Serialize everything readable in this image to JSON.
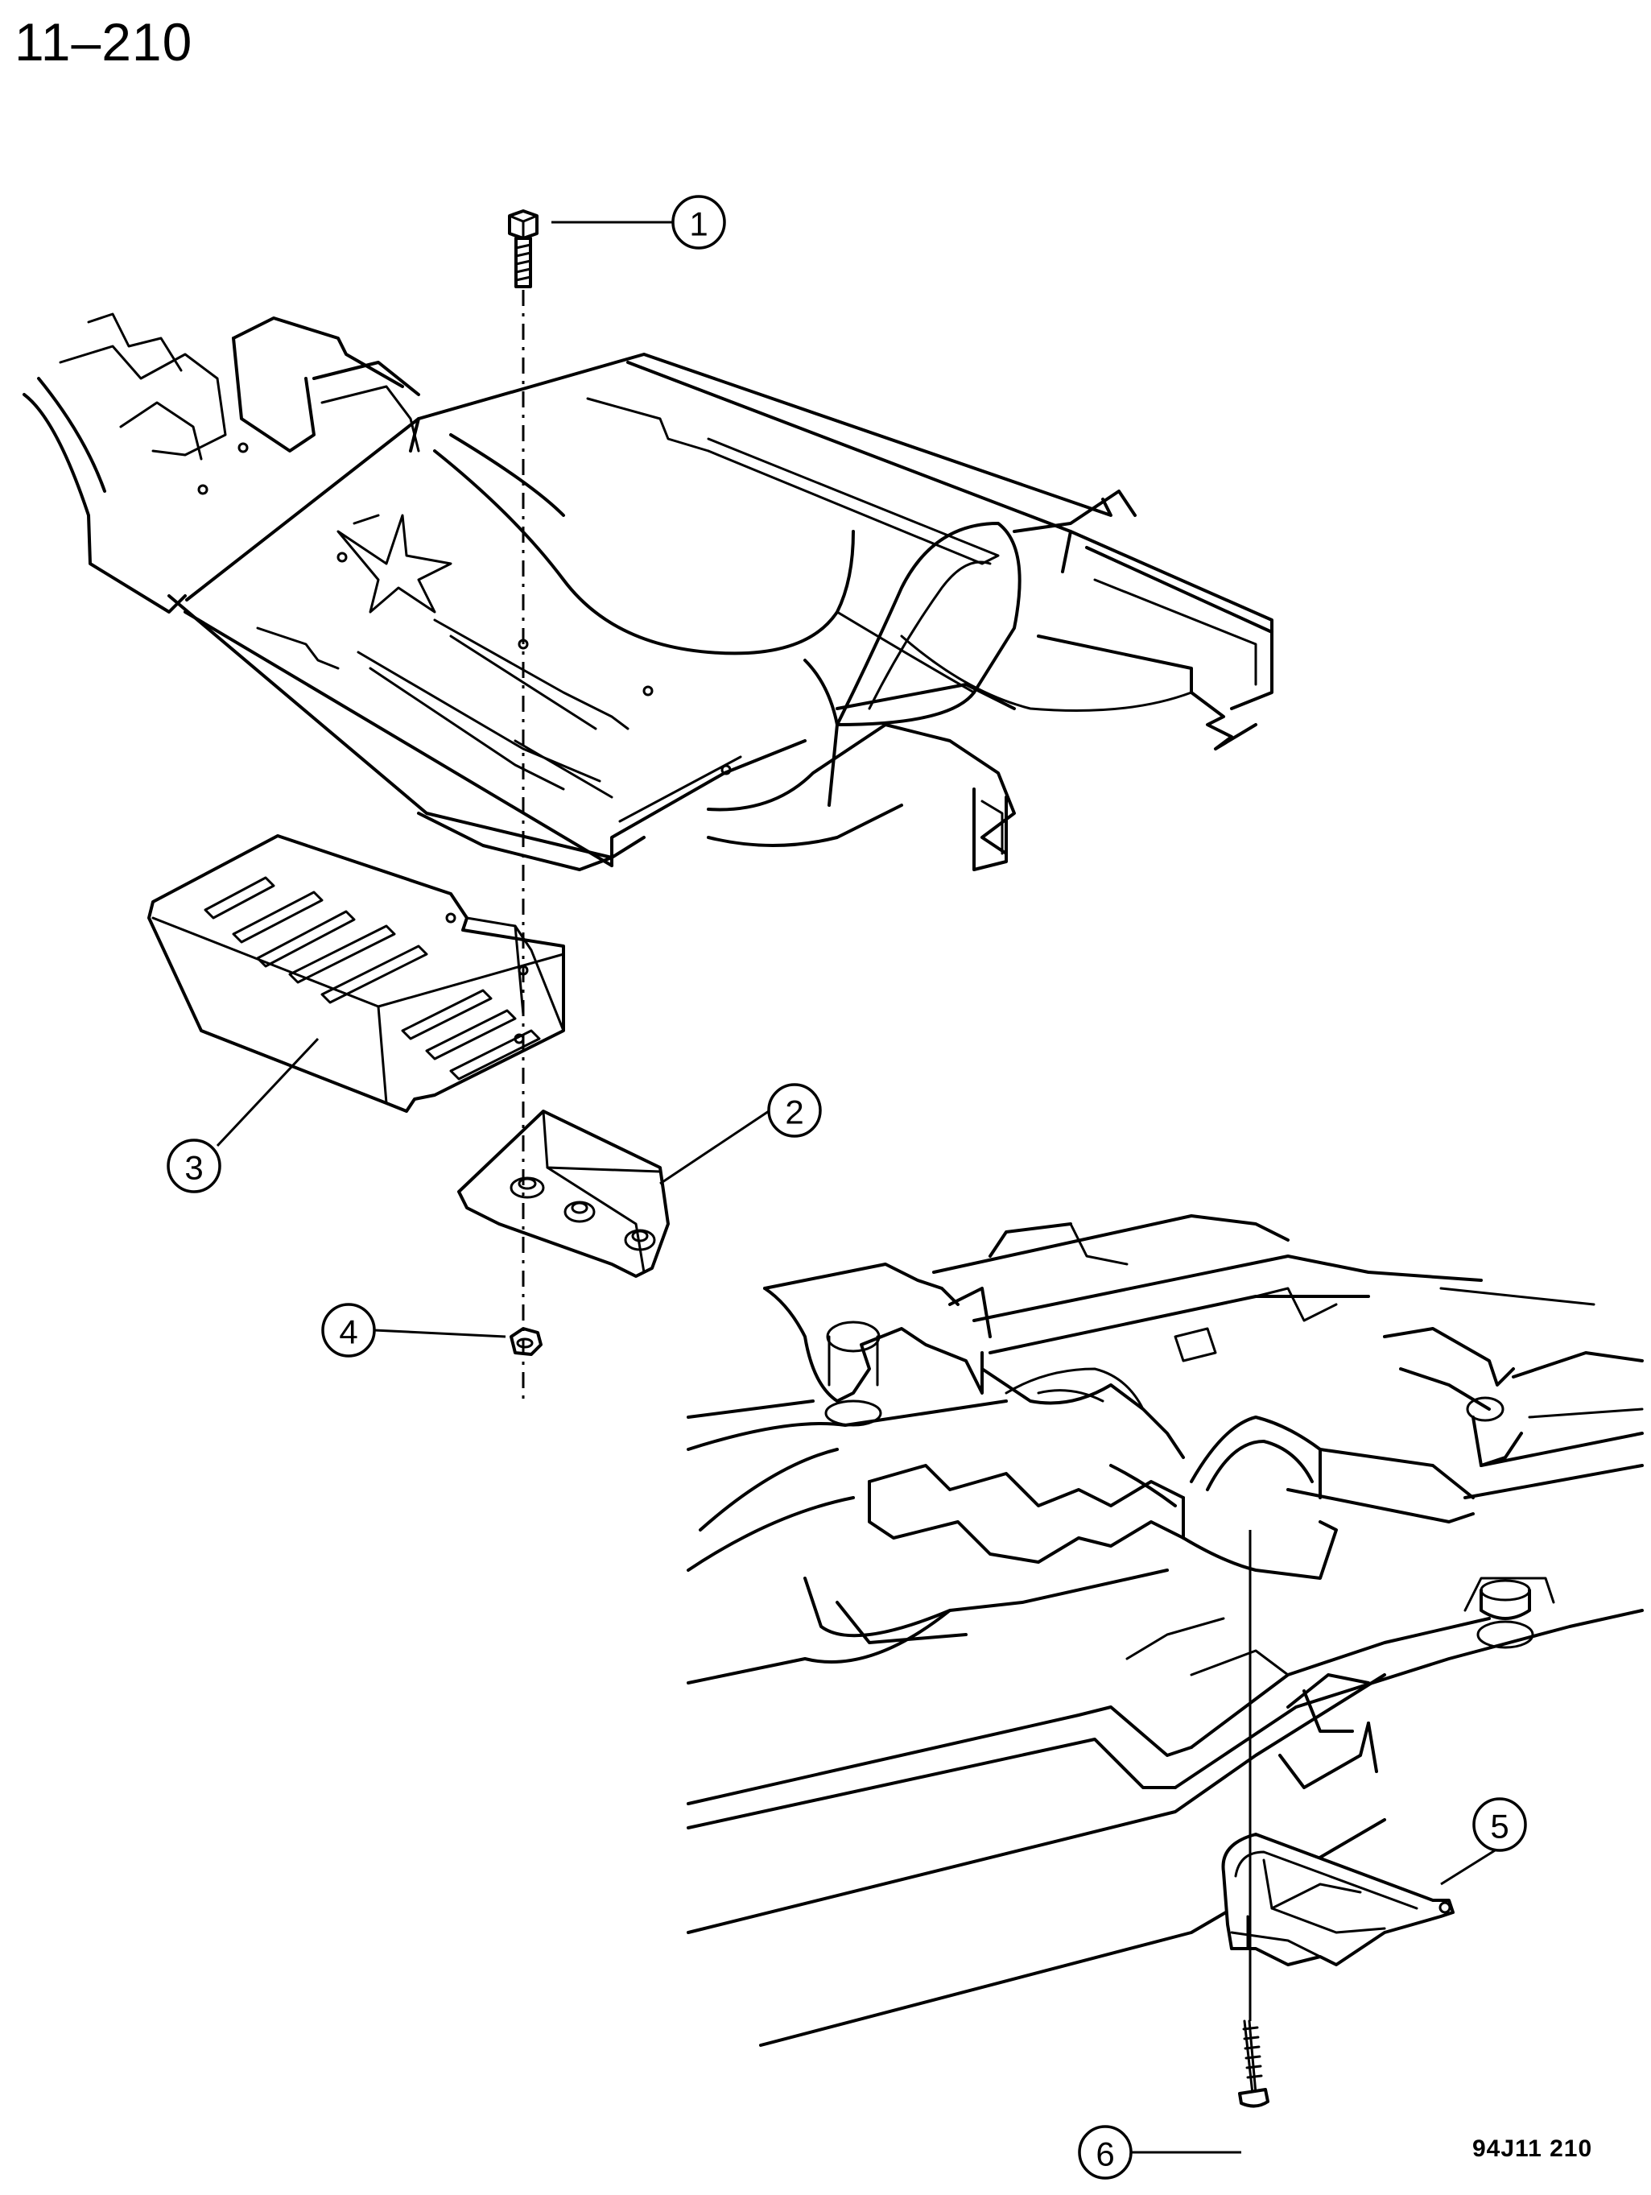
{
  "page_number": "11–210",
  "figure_code": "94J11 210",
  "callouts": [
    {
      "id": "callout-1",
      "label": "1",
      "part": "bolt"
    },
    {
      "id": "callout-2",
      "label": "2",
      "part": "bracket"
    },
    {
      "id": "callout-3",
      "label": "3",
      "part": "skid-plate"
    },
    {
      "id": "callout-4",
      "label": "4",
      "part": "nut"
    },
    {
      "id": "callout-5",
      "label": "5",
      "part": "rear-bracket"
    },
    {
      "id": "callout-6",
      "label": "6",
      "part": "screw"
    }
  ]
}
